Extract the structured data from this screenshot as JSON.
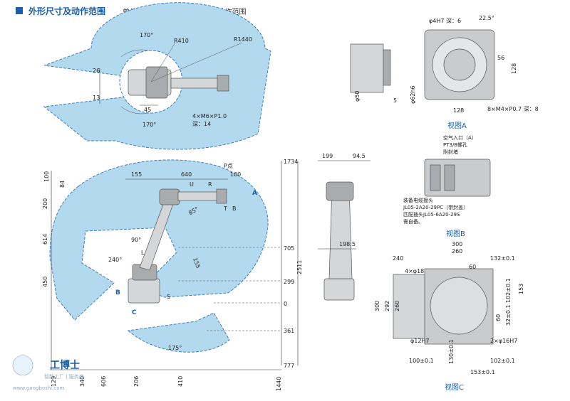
{
  "header": {
    "title": "外形尺寸及动作范围",
    "unit": "单位：mm",
    "legend": "：P点动作范围"
  },
  "top_view": {
    "labels": [
      "170°",
      "R410",
      "R1440",
      "26",
      "13",
      "45",
      "170°",
      "4×M6×P1.0",
      "深：14"
    ]
  },
  "side_view": {
    "top_dims": [
      "155",
      "640",
      "100",
      "P点"
    ],
    "left_dims": [
      "100",
      "84",
      "200",
      "614",
      "450",
      "129",
      "340",
      "606"
    ],
    "bottom_dims": [
      "206",
      "410",
      "1440"
    ],
    "right_dims": [
      "1734",
      "705",
      "299",
      "0",
      "361",
      "777",
      "2511"
    ],
    "axes": [
      "U",
      "R",
      "T",
      "B",
      "L",
      "S"
    ],
    "angles": [
      "85°",
      "90°",
      "240°",
      "155",
      "175°"
    ],
    "arrows": [
      "A",
      "B",
      "C"
    ]
  },
  "front_view": {
    "dims": [
      "199",
      "94.5",
      "198.5"
    ]
  },
  "view_a": {
    "title": "视图A",
    "dims": [
      "φ4H7 深：6",
      "22.5°",
      "56",
      "128",
      "φ50",
      "5",
      "φ62h6",
      "128",
      "8×M4×P0.7 深：8"
    ]
  },
  "view_b": {
    "title": "视图B",
    "note_top": [
      "空气入口（A）",
      "PT3/8螺孔",
      "附封堵"
    ],
    "note_bottom": [
      "装备电缆接头",
      "JL05-2A20-29PC（带封盖）",
      "匹配插头JL05-6A20-29S",
      "需自备。"
    ]
  },
  "view_c": {
    "title": "视图C",
    "dims": [
      "300",
      "260",
      "240",
      "132±0.1",
      "4×φ18",
      "60",
      "300",
      "292",
      "260",
      "153",
      "102±0.1",
      "60",
      "32±0.1",
      "φ12H7",
      "2×φ16H7",
      "100±0.1",
      "130±0.1",
      "102±0.1",
      "153±0.1"
    ]
  },
  "watermark": {
    "brand": "工博士",
    "tagline": "智能工厂 | 服务商",
    "url": "www.gongboshi.com"
  },
  "colors": {
    "accent": "#1a5fa8",
    "reach_fill": "#b3d9ee",
    "reach_stroke": "#3a7fc0"
  }
}
